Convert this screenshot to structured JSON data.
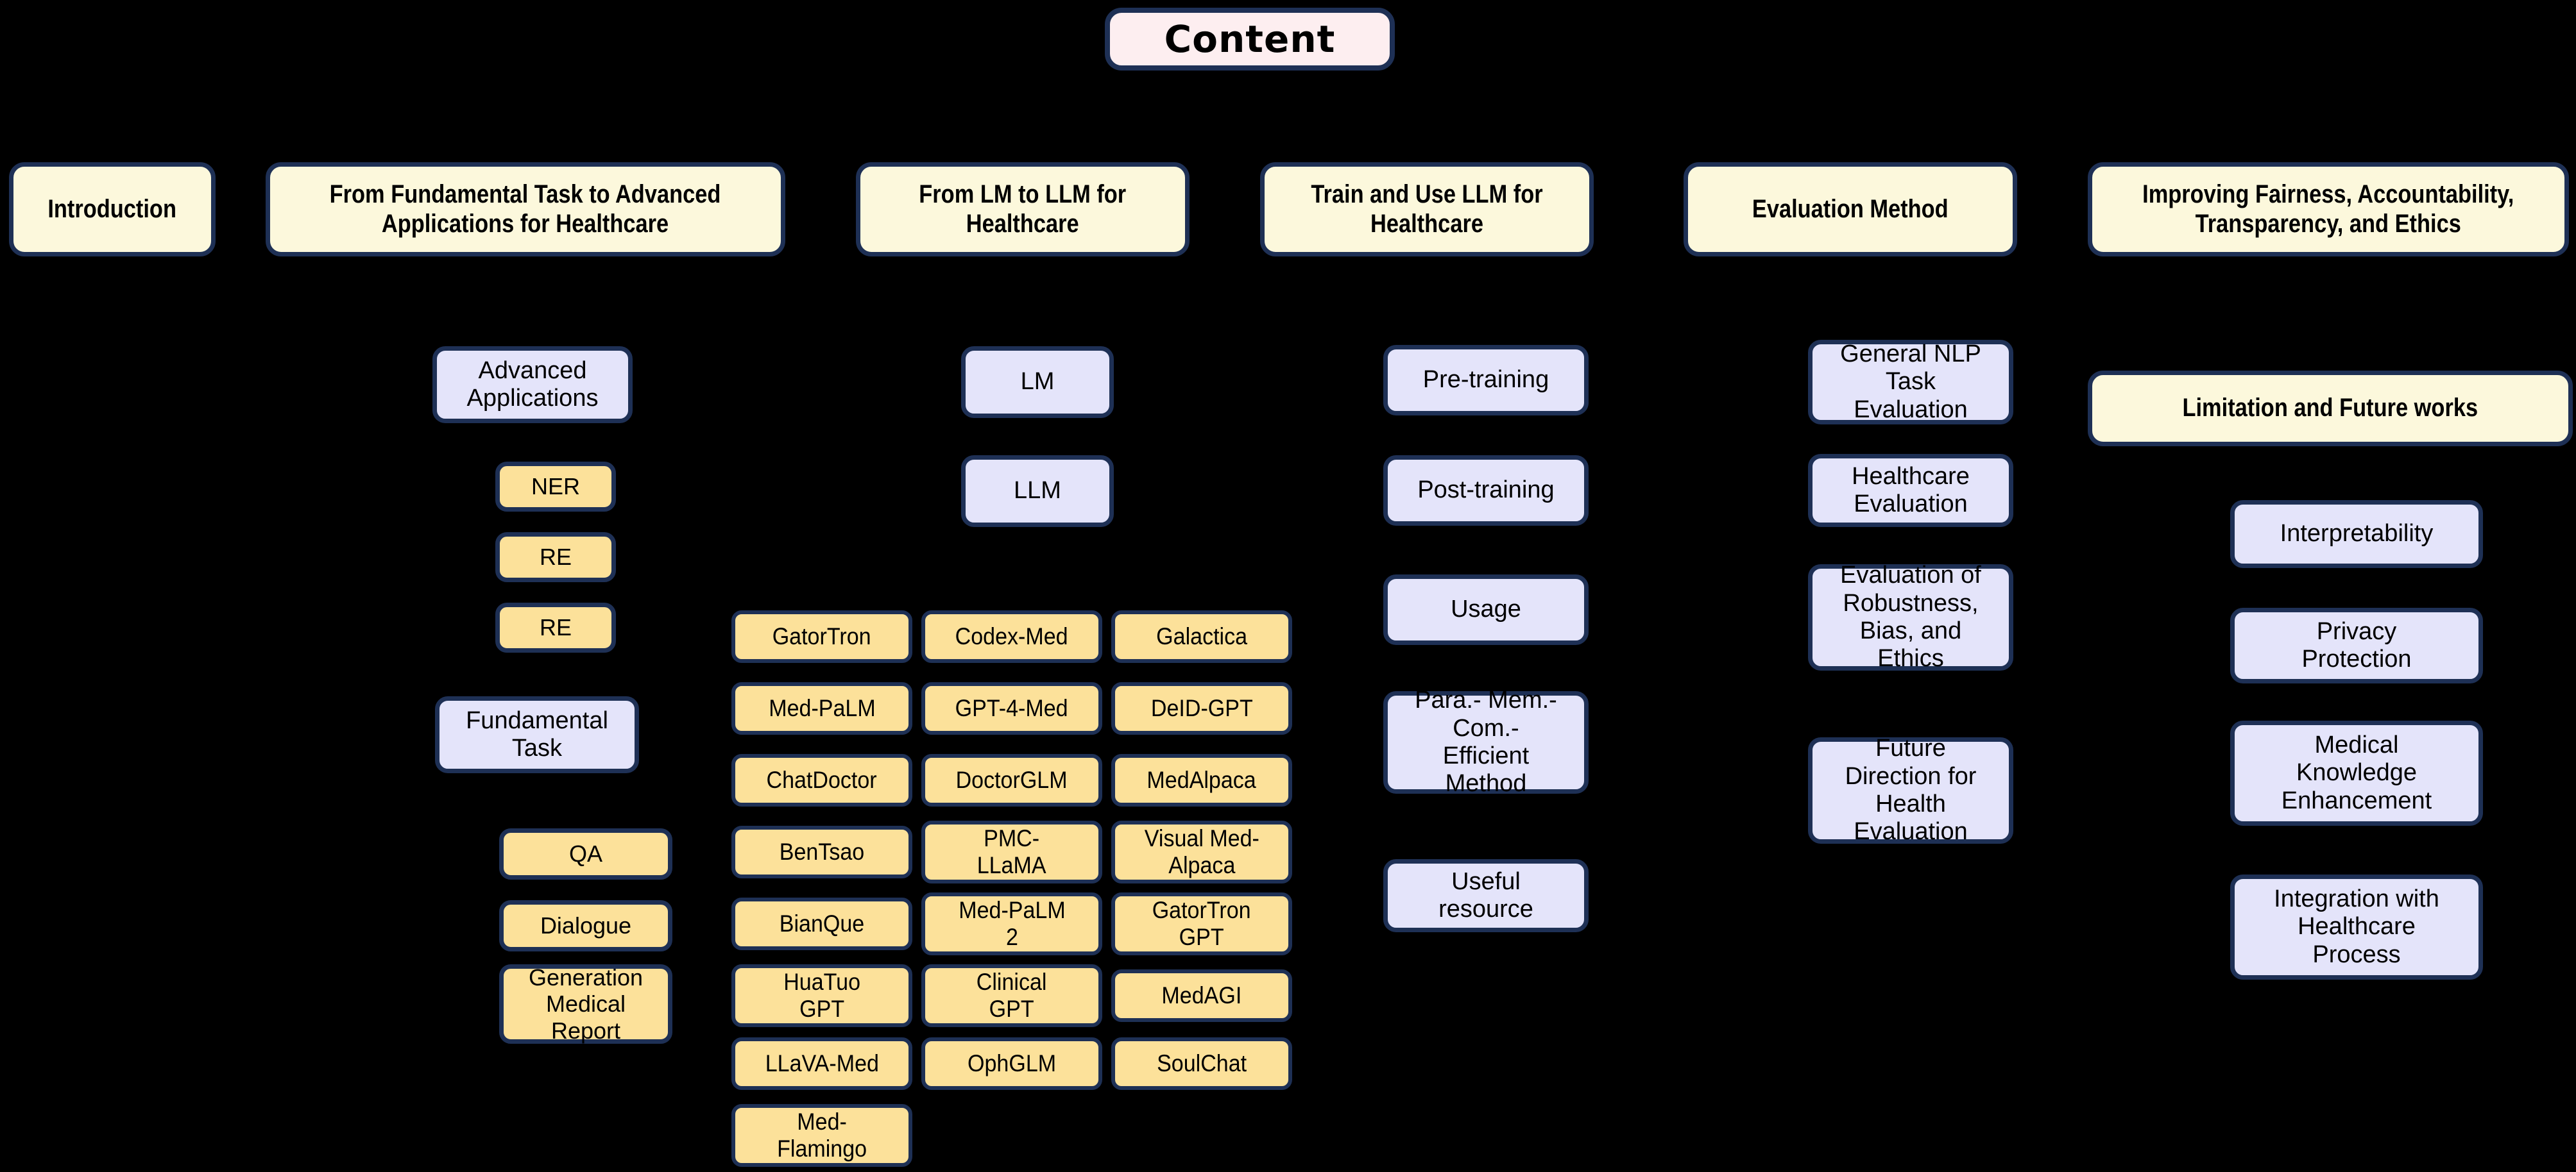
{
  "diagram": {
    "title": "Content",
    "background_color": "#000000",
    "palette": {
      "title_fill": "#fdeef0",
      "section_fill": "#fcf8dc",
      "sub_fill": "#e4e4fa",
      "leaf_fill": "#fce19a",
      "border": "#1e3055",
      "text": "#000000"
    }
  },
  "sections": [
    {
      "label": "Introduction"
    },
    {
      "label": "From Fundamental Task to Advanced\nApplications for Healthcare"
    },
    {
      "label": "From LM to LLM for\nHealthcare"
    },
    {
      "label": "Train and Use LLM for\nHealthcare"
    },
    {
      "label": "Evaluation Method"
    },
    {
      "label": "Improving Fairness, Accountability,\nTransparency, and Ethics"
    }
  ],
  "column2": {
    "advanced_applications": "Advanced\nApplications",
    "advanced_children": [
      "NER",
      "RE",
      "RE"
    ],
    "fundamental_task": "Fundamental\nTask",
    "fundamental_children": [
      "QA",
      "Dialogue",
      "Generation\nMedical\nReport"
    ]
  },
  "column3": {
    "lm": "LM",
    "llm": "LLM",
    "models": [
      "GatorTron",
      "Codex-Med",
      "Galactica",
      "Med-PaLM",
      "GPT-4-Med",
      "DeID-GPT",
      "ChatDoctor",
      "DoctorGLM",
      "MedAlpaca",
      "BenTsao",
      "PMC-\nLLaMA",
      "Visual Med-\nAlpaca",
      "BianQue",
      "Med-PaLM\n2",
      "GatorTron\nGPT",
      "HuaTuo\nGPT",
      "Clinical\nGPT",
      "MedAGI",
      "LLaVA-Med",
      "OphGLM",
      "SoulChat",
      "Med-\nFlamingo"
    ]
  },
  "column4": {
    "items": [
      "Pre-training",
      "Post-training",
      "Usage",
      "Para.- Mem.-\nCom.-\nEfficient\nMethod",
      "Useful\nresource"
    ]
  },
  "column5": {
    "items": [
      "General NLP\nTask\nEvaluation",
      "Healthcare\nEvaluation",
      "Evaluation of\nRobustness,\nBias, and\nEthics",
      "Future\nDirection for\nHealth\nEvaluation"
    ]
  },
  "column6": {
    "header": "Limitation and Future works",
    "items": [
      "Interpretability",
      "Privacy\nProtection",
      "Medical\nKnowledge\nEnhancement",
      "Integration with\nHealthcare\nProcess"
    ]
  }
}
